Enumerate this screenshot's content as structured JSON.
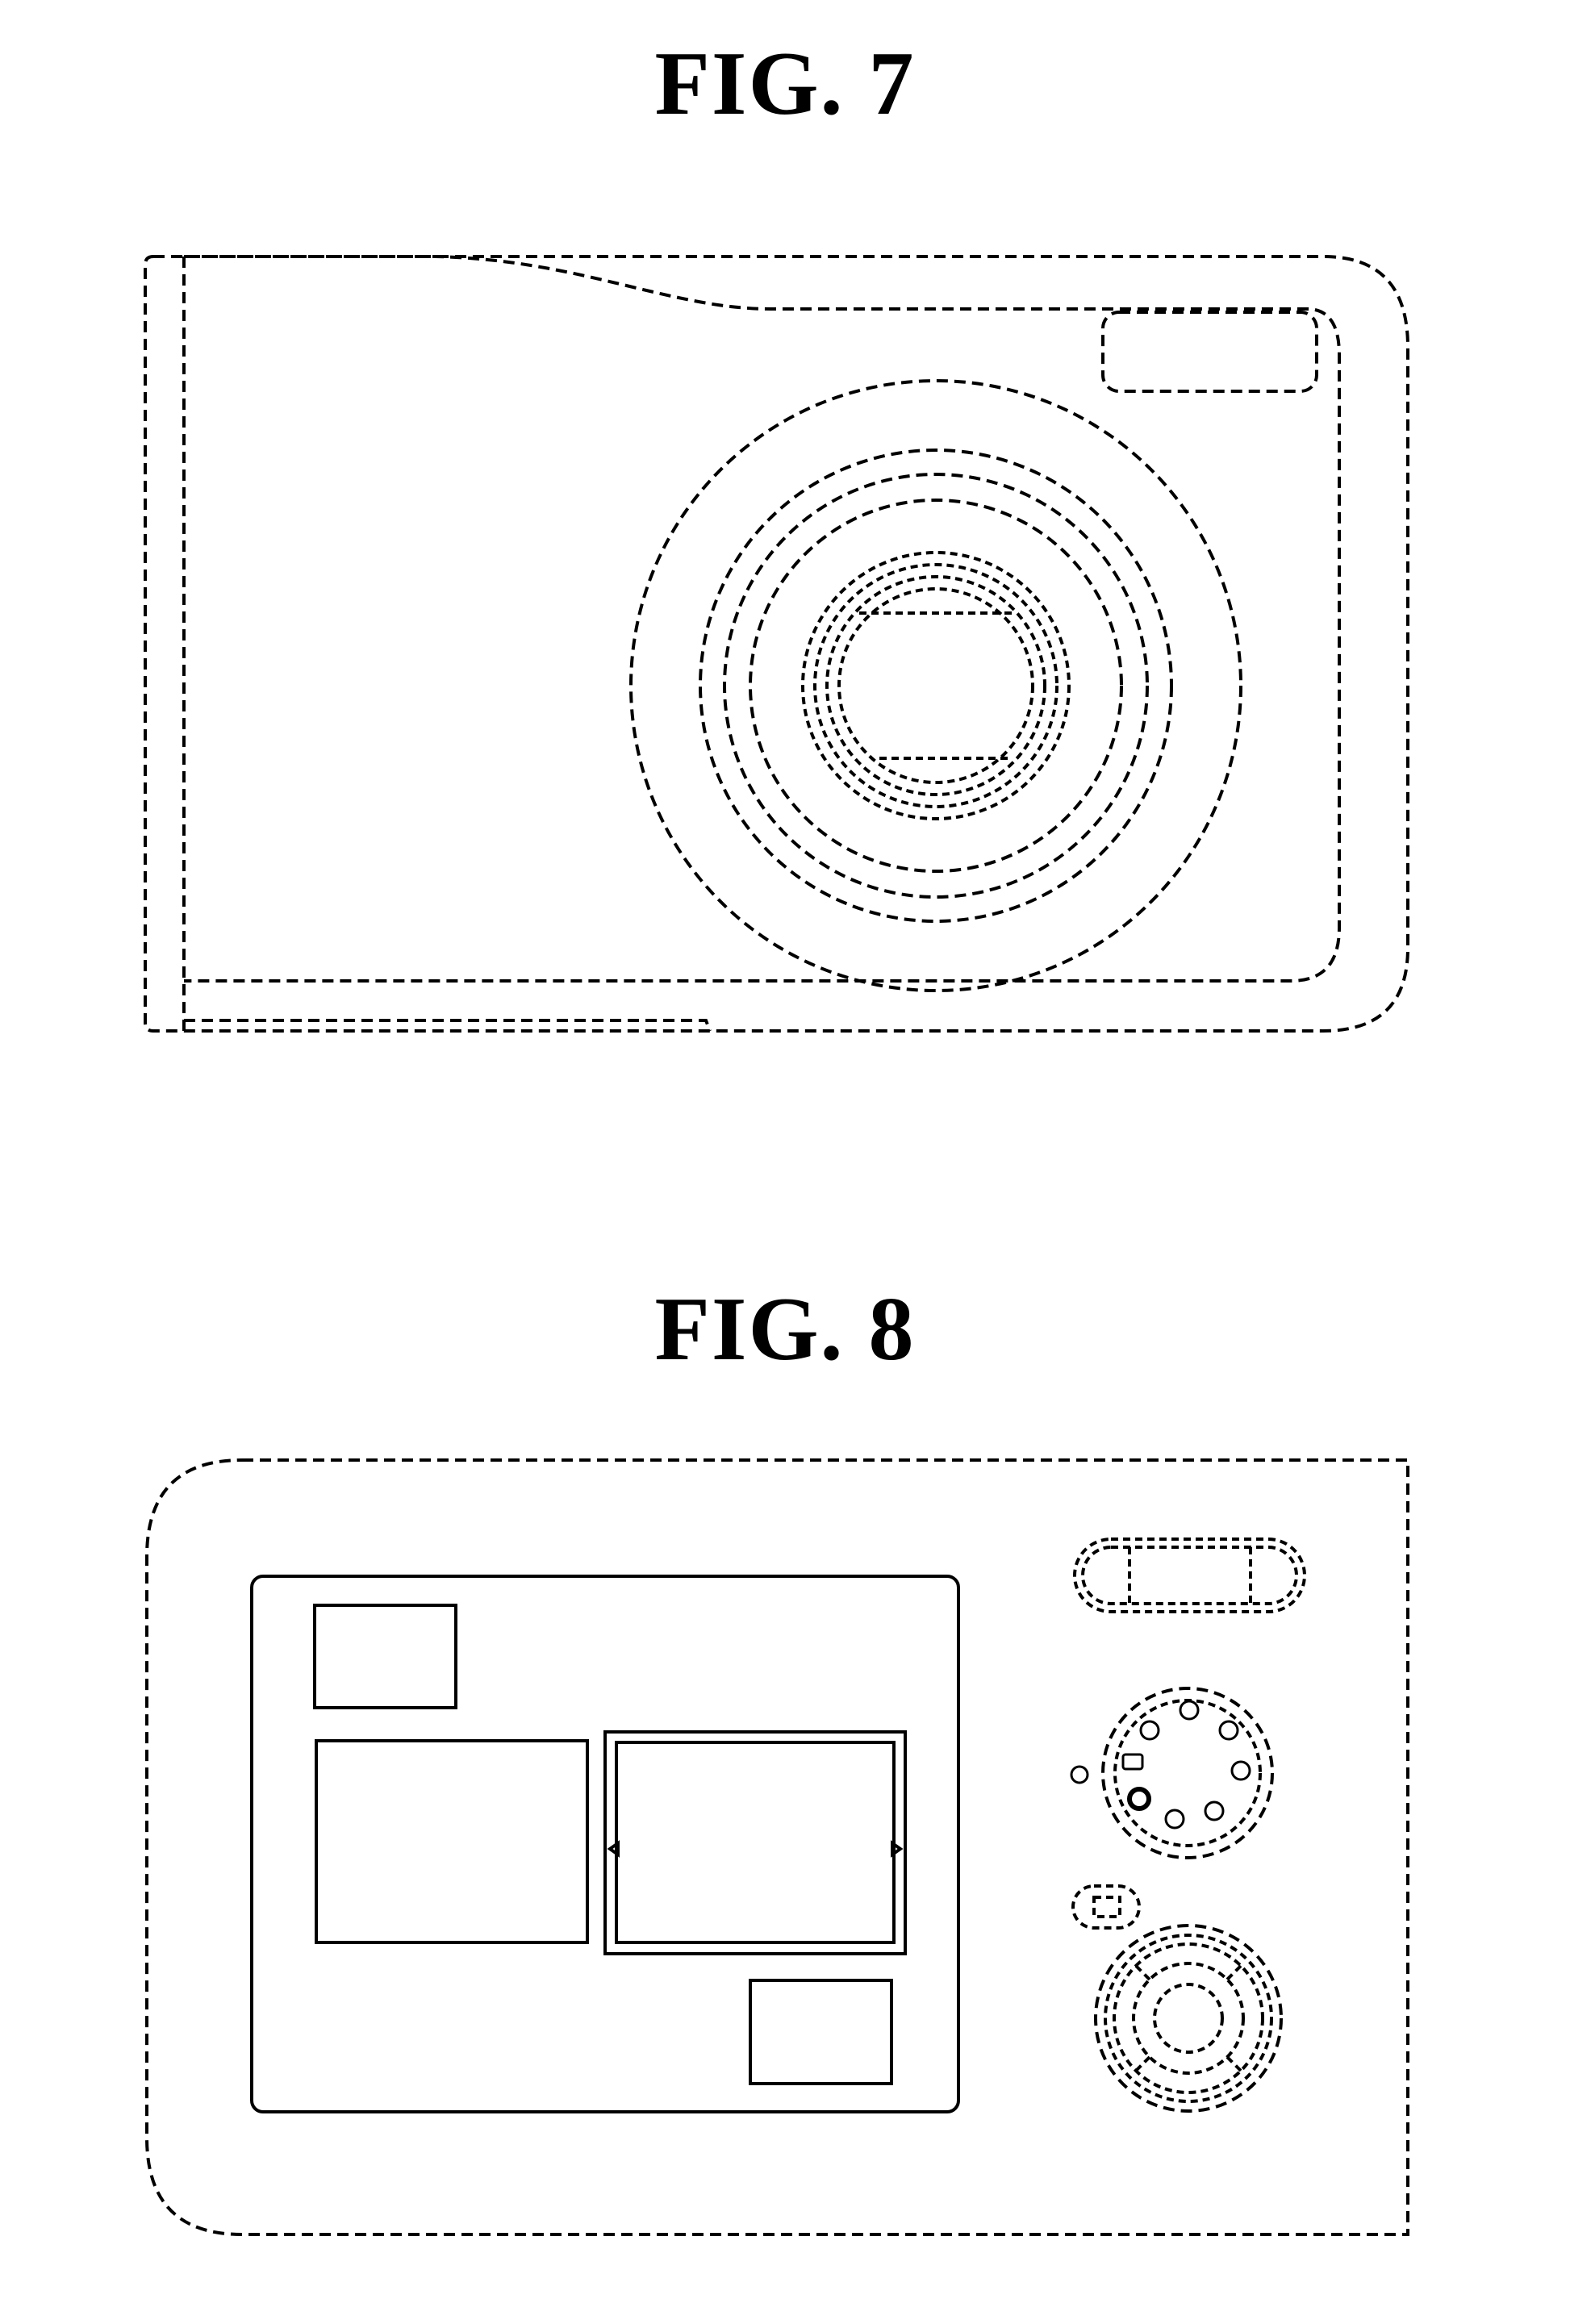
{
  "figures": [
    {
      "id": "fig7",
      "label": "FIG. 7"
    },
    {
      "id": "fig8",
      "label": "FIG. 8"
    }
  ]
}
